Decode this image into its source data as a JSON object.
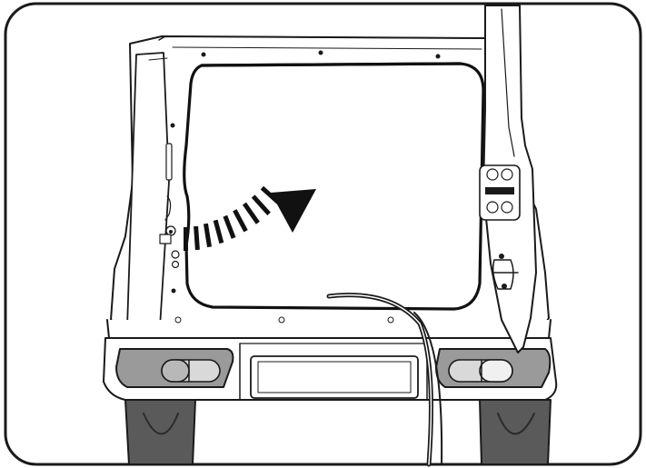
{
  "illustration": {
    "subject": "vehicle-rear-tailgate-seal-installation",
    "colors": {
      "outline": "#1a1a1a",
      "panel_fill": "#ffffff",
      "lamp_fill": "#9a9a9a",
      "lamp_lens": "#d9d9d9",
      "tire_fill": "#5a5a5a",
      "frame_stroke": "#1a1a1a"
    },
    "icons": [
      "curved-arrow-icon",
      "door-seal-strip",
      "tailgate-hinge",
      "door-latch"
    ]
  }
}
